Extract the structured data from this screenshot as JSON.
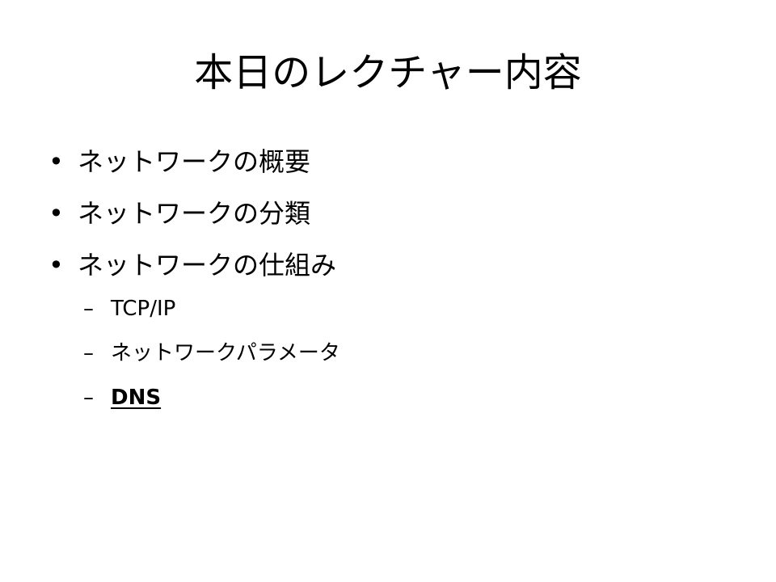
{
  "slide": {
    "title": "本日のレクチャー内容",
    "bullets": [
      {
        "marker": "•",
        "text": "ネットワークの概要"
      },
      {
        "marker": "•",
        "text": "ネットワークの分類"
      },
      {
        "marker": "•",
        "text": "ネットワークの仕組み"
      }
    ],
    "sub_bullets": [
      {
        "marker": "–",
        "text": "TCP/IP"
      },
      {
        "marker": "–",
        "text": "ネットワークパラメータ"
      },
      {
        "marker": "–",
        "text": "DNS"
      }
    ]
  }
}
